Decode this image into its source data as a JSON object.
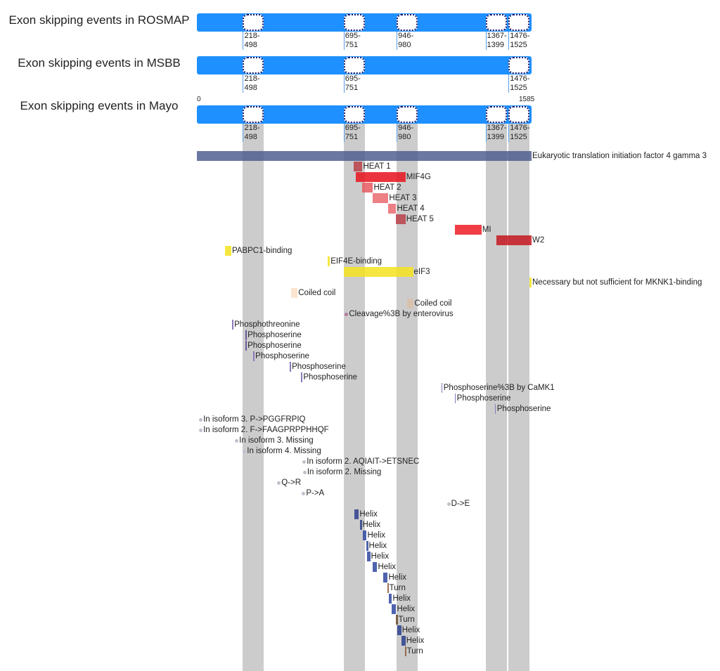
{
  "protein_length": 1585,
  "axis": {
    "start_label": "0",
    "end_label": "1585"
  },
  "tracks": [
    {
      "title": "Exon skipping events in ROSMAP",
      "events": [
        {
          "start": 218,
          "label": "218-\n498"
        },
        {
          "start": 695,
          "label": "695-\n751"
        },
        {
          "start": 946,
          "label": "946-\n980"
        },
        {
          "start": 1367,
          "label": "1367-\n1399"
        },
        {
          "start": 1476,
          "label": "1476-\n1525"
        }
      ]
    },
    {
      "title": "Exon skipping events in MSBB",
      "events": [
        {
          "start": 218,
          "label": "218-\n498"
        },
        {
          "start": 695,
          "label": "695-\n751"
        },
        {
          "start": 1476,
          "label": "1476-\n1525"
        }
      ]
    },
    {
      "title": "Exon skipping events in Mayo",
      "events": [
        {
          "start": 218,
          "label": "218-\n498"
        },
        {
          "start": 695,
          "label": "695-\n751"
        },
        {
          "start": 946,
          "label": "946-\n980"
        },
        {
          "start": 1367,
          "label": "1367-\n1399"
        },
        {
          "start": 1476,
          "label": "1476-\n1525"
        }
      ]
    }
  ],
  "highlight_columns": [
    218,
    695,
    946,
    1367,
    1476
  ],
  "features": [
    {
      "type": "bar",
      "start": 1,
      "end": 1585,
      "label": "Eukaryotic translation initiation factor 4 gamma 3",
      "color": "#4a5a8c"
    },
    {
      "type": "bar",
      "start": 744,
      "end": 784,
      "label": "HEAT 1",
      "color": "#b84048"
    },
    {
      "type": "bar",
      "start": 754,
      "end": 988,
      "label": "MIF4G",
      "color": "#e8121c"
    },
    {
      "type": "bar",
      "start": 784,
      "end": 834,
      "label": "HEAT 2",
      "color": "#e85860"
    },
    {
      "type": "bar",
      "start": 834,
      "end": 907,
      "label": "HEAT 3",
      "color": "#ea6a70"
    },
    {
      "type": "bar",
      "start": 907,
      "end": 944,
      "label": "HEAT 4",
      "color": "#ea6a70"
    },
    {
      "type": "bar",
      "start": 944,
      "end": 988,
      "label": "HEAT 5",
      "color": "#b84048"
    },
    {
      "type": "bar",
      "start": 1221,
      "end": 1348,
      "label": "MI",
      "color": "#ee1c24"
    },
    {
      "type": "bar",
      "start": 1418,
      "end": 1585,
      "label": "W2",
      "color": "#c4161e"
    },
    {
      "type": "bar",
      "start": 133,
      "end": 163,
      "label": "PABPC1-binding",
      "color": "#f5e31e"
    },
    {
      "type": "bar",
      "start": 620,
      "end": 630,
      "label": "EIF4E-binding",
      "color": "#f5e31e"
    },
    {
      "type": "bar",
      "start": 697,
      "end": 1024,
      "label": "eIF3",
      "color": "#f5e31e"
    },
    {
      "type": "bar",
      "start": 1575,
      "end": 1585,
      "label": "Necessary but not sufficient for MKNK1-binding",
      "color": "#f5e31e"
    },
    {
      "type": "bar",
      "start": 447,
      "end": 477,
      "label": "Coiled coil",
      "color": "#fae0c8"
    },
    {
      "type": "bar",
      "start": 994,
      "end": 1027,
      "label": "Coiled coil",
      "color": "#d8c0a8"
    },
    {
      "type": "dot",
      "start": 707,
      "label": "Cleavage%3B by enterovirus",
      "color": "#b07aa0"
    },
    {
      "type": "line",
      "start": 167,
      "label": "Phosphothreonine",
      "color": "#8a7ab8"
    },
    {
      "type": "line",
      "start": 230,
      "label": "Phosphoserine",
      "color": "#6a5a98"
    },
    {
      "type": "line",
      "start": 230,
      "label": "Phosphoserine",
      "color": "#6a5a98"
    },
    {
      "type": "line",
      "start": 267,
      "label": "Phosphoserine",
      "color": "#8a7ab8"
    },
    {
      "type": "line",
      "start": 440,
      "label": "Phosphoserine",
      "color": "#8a7ab8"
    },
    {
      "type": "line",
      "start": 494,
      "label": "Phosphoserine",
      "color": "#8a7ab8"
    },
    {
      "type": "line",
      "start": 1158,
      "label": "Phosphoserine%3B by CaMK1",
      "color": "#8a7ab8"
    },
    {
      "type": "line",
      "start": 1221,
      "label": "Phosphoserine",
      "color": "#8a7ab8"
    },
    {
      "type": "line",
      "start": 1411,
      "label": "Phosphoserine",
      "color": "#8a7ab8"
    },
    {
      "type": "dot",
      "start": 17,
      "label": "In isoform 3. P->PGGFRPIQ",
      "color": "#c0c0cc"
    },
    {
      "type": "dot",
      "start": 17,
      "label": "In isoform 2. F->FAAGPRPPHHQF",
      "color": "#c0c0cc"
    },
    {
      "type": "dot",
      "start": 187,
      "label": "In isoform 3. Missing",
      "color": "#c0c0cc"
    },
    {
      "type": "dot",
      "start": 224,
      "label": "In isoform 4. Missing",
      "color": "#c0c0cc"
    },
    {
      "type": "dot",
      "start": 507,
      "label": "In isoform 2. AQIAIT->ETSNEC",
      "color": "#c0c0cc"
    },
    {
      "type": "dot",
      "start": 509,
      "label": "In isoform 2. Missing",
      "color": "#c0c0cc"
    },
    {
      "type": "dot",
      "start": 387,
      "label": "Q->R",
      "color": "#c0c0cc"
    },
    {
      "type": "dot",
      "start": 504,
      "label": "P->A",
      "color": "#c0c0cc"
    },
    {
      "type": "dot",
      "start": 1191,
      "label": "D->E",
      "color": "#c0c0cc"
    },
    {
      "type": "bar",
      "start": 747,
      "end": 767,
      "label": "Helix",
      "color": "#2c3e8c"
    },
    {
      "type": "bar",
      "start": 771,
      "end": 781,
      "label": "Helix",
      "color": "#2c3e8c"
    },
    {
      "type": "bar",
      "start": 787,
      "end": 804,
      "label": "Helix",
      "color": "#3048a0"
    },
    {
      "type": "bar",
      "start": 804,
      "end": 811,
      "label": "Helix",
      "color": "#3048a0"
    },
    {
      "type": "bar",
      "start": 807,
      "end": 821,
      "label": "Helix",
      "color": "#3048a0"
    },
    {
      "type": "bar",
      "start": 834,
      "end": 854,
      "label": "Helix",
      "color": "#3048a0"
    },
    {
      "type": "bar",
      "start": 884,
      "end": 904,
      "label": "Helix",
      "color": "#3048a0"
    },
    {
      "type": "bar",
      "start": 901,
      "end": 908,
      "label": "Turn",
      "color": "#8a5a3a"
    },
    {
      "type": "bar",
      "start": 908,
      "end": 924,
      "label": "Helix",
      "color": "#3048a0"
    },
    {
      "type": "bar",
      "start": 924,
      "end": 944,
      "label": "Helix",
      "color": "#3048a0"
    },
    {
      "type": "bar",
      "start": 944,
      "end": 951,
      "label": "Turn",
      "color": "#6a4a2a"
    },
    {
      "type": "bar",
      "start": 948,
      "end": 968,
      "label": "Helix",
      "color": "#2c3e8c"
    },
    {
      "type": "bar",
      "start": 968,
      "end": 988,
      "label": "Helix",
      "color": "#2c3e8c"
    },
    {
      "type": "bar",
      "start": 984,
      "end": 991,
      "label": "Turn",
      "color": "#8a5a3a"
    }
  ]
}
